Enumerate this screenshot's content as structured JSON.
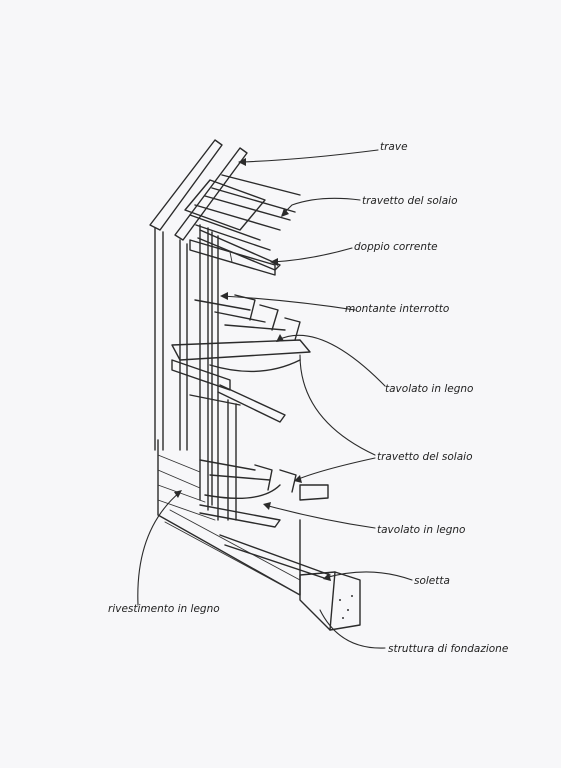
{
  "labels": {
    "trave": "trave",
    "travetto_solaio_top": "travetto del solaio",
    "doppio_corrente": "doppio corrente",
    "montante": "montante interrotto",
    "tavolato_mid": "tavolato in legno",
    "travetto_solaio_mid": "travetto del solaio",
    "tavolato_low": "tavolato in legno",
    "soletta": "soletta",
    "rivestimento": "rivestimento in legno",
    "struttura": "struttura di fondazione"
  },
  "colors": {
    "ink": "#2b2b2b",
    "paper": "#f7f7f9"
  }
}
